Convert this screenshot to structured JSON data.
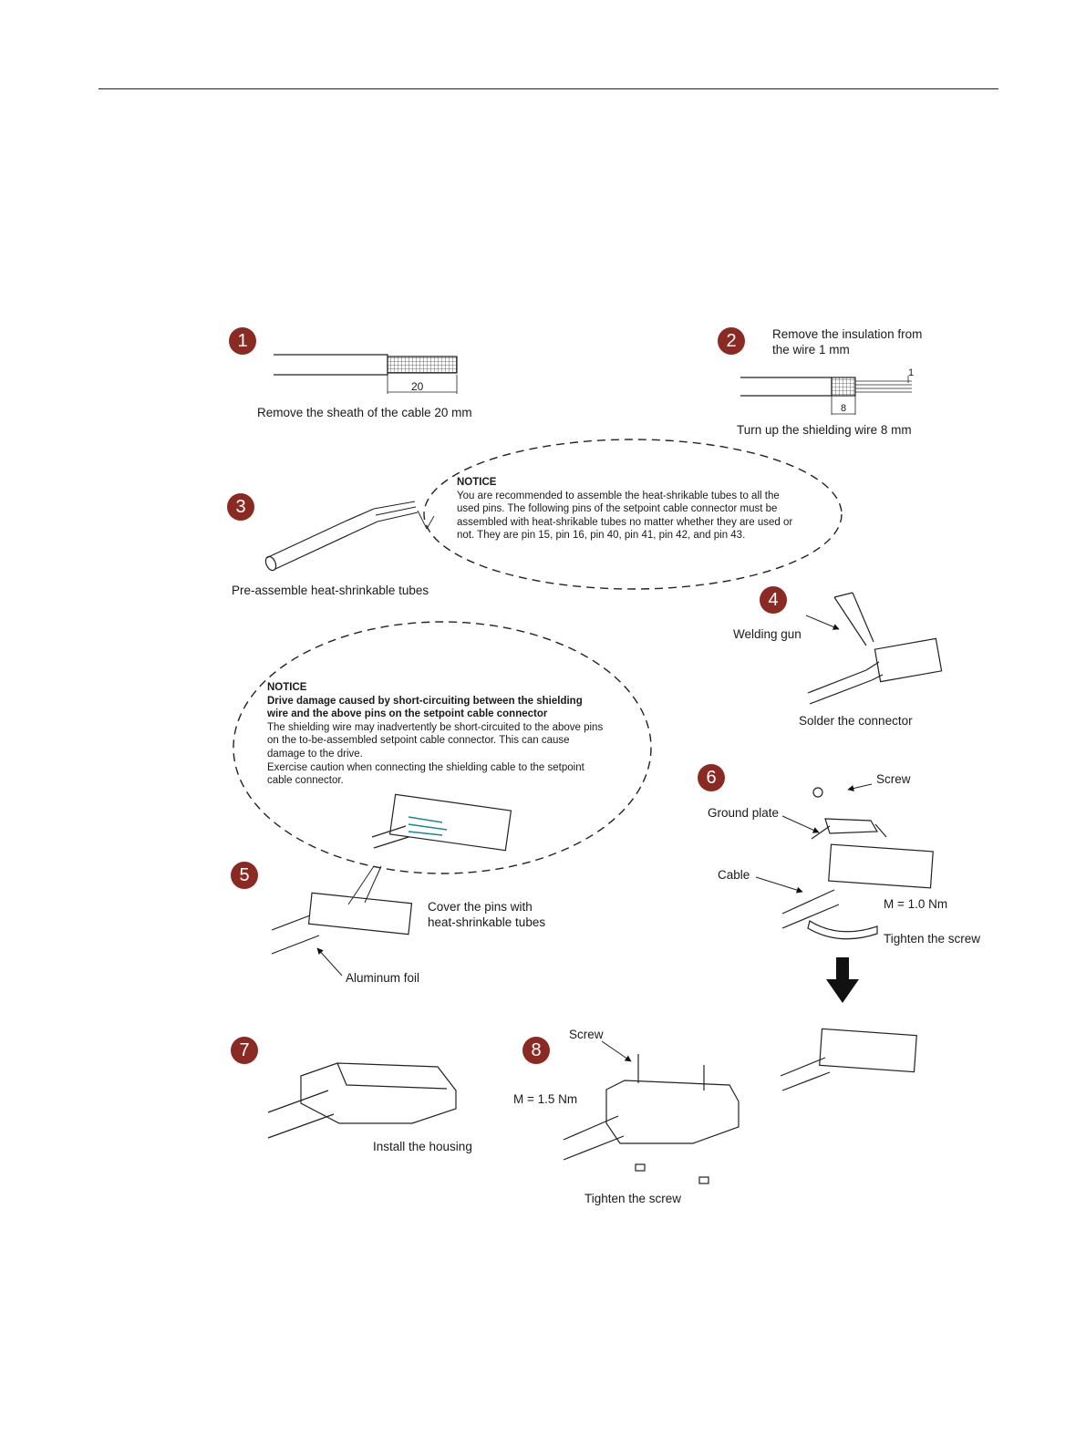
{
  "colors": {
    "badge": "#8b2a22",
    "line": "#222222"
  },
  "steps": [
    {
      "num": "1",
      "caption": "Remove the sheath of the cable 20 mm",
      "dim": "20"
    },
    {
      "num": "2",
      "caption_top_1": "Remove the insulation from",
      "caption_top_2": "the wire 1 mm",
      "caption": "Turn up the shielding wire 8 mm",
      "dim_1": "1",
      "dim_8": "8"
    },
    {
      "num": "3",
      "caption": "Pre-assemble heat-shrinkable tubes"
    },
    {
      "num": "4",
      "label_gun": "Welding gun",
      "caption": "Solder the connector"
    },
    {
      "num": "5",
      "label_cover_1": "Cover the pins with",
      "label_cover_2": "heat-shrinkable tubes",
      "label_foil": "Aluminum foil"
    },
    {
      "num": "6",
      "label_screw": "Screw",
      "label_plate": "Ground plate",
      "label_cable": "Cable",
      "label_torque": "M = 1.0 Nm",
      "caption": "Tighten the screw"
    },
    {
      "num": "7",
      "caption": "Install the housing"
    },
    {
      "num": "8",
      "label_screw": "Screw",
      "label_torque": "M = 1.5 Nm",
      "caption": "Tighten the screw"
    }
  ],
  "notice_1": {
    "title": "NOTICE",
    "l1": "You are recommended to assemble the heat-shrikable tubes to all the",
    "l2": "used pins. The following pins of the setpoint cable connector must be",
    "l3": "assembled with heat-shrikable tubes no matter whether they are used or",
    "l4": "not. They are pin 15, pin 16, pin 40, pin 41, pin 42, and pin 43."
  },
  "notice_2": {
    "title": "NOTICE",
    "h1": "Drive damage caused by short-circuiting between the shielding",
    "h2": "wire and the above pins on the setpoint cable connector",
    "l1": "The shielding wire may inadvertently be short-circuited to the above pins",
    "l2": "on the to-be-assembled setpoint cable connector. This can cause",
    "l3": "damage to the drive.",
    "l4": "Exercise caution when connecting the shielding cable to the setpoint",
    "l5": "cable connector."
  }
}
